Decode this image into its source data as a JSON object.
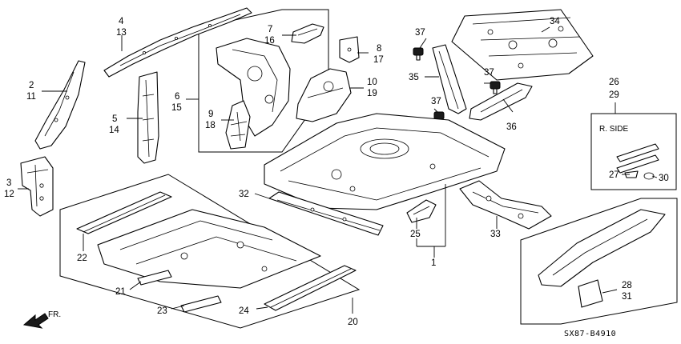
{
  "callouts": {
    "c1": "1",
    "c2": "2",
    "c11": "11",
    "c3": "3",
    "c12": "12",
    "c4": "4",
    "c13": "13",
    "c5": "5",
    "c14": "14",
    "c6": "6",
    "c15": "15",
    "c7": "7",
    "c16": "16",
    "c8": "8",
    "c17": "17",
    "c9": "9",
    "c18": "18",
    "c10": "10",
    "c19": "19",
    "c20": "20",
    "c21": "21",
    "c22": "22",
    "c23": "23",
    "c24": "24",
    "c25": "25",
    "c26": "26",
    "c29": "29",
    "c27": "27",
    "c28": "28",
    "c31": "31",
    "c30": "30",
    "c32": "32",
    "c33": "33",
    "c34": "34",
    "c35": "35",
    "c36": "36",
    "c37a": "37",
    "c37b": "37",
    "c37c": "37"
  },
  "inset_label": "R. SIDE",
  "direction_label": "FR.",
  "diagram_code": "SX87-B4910"
}
